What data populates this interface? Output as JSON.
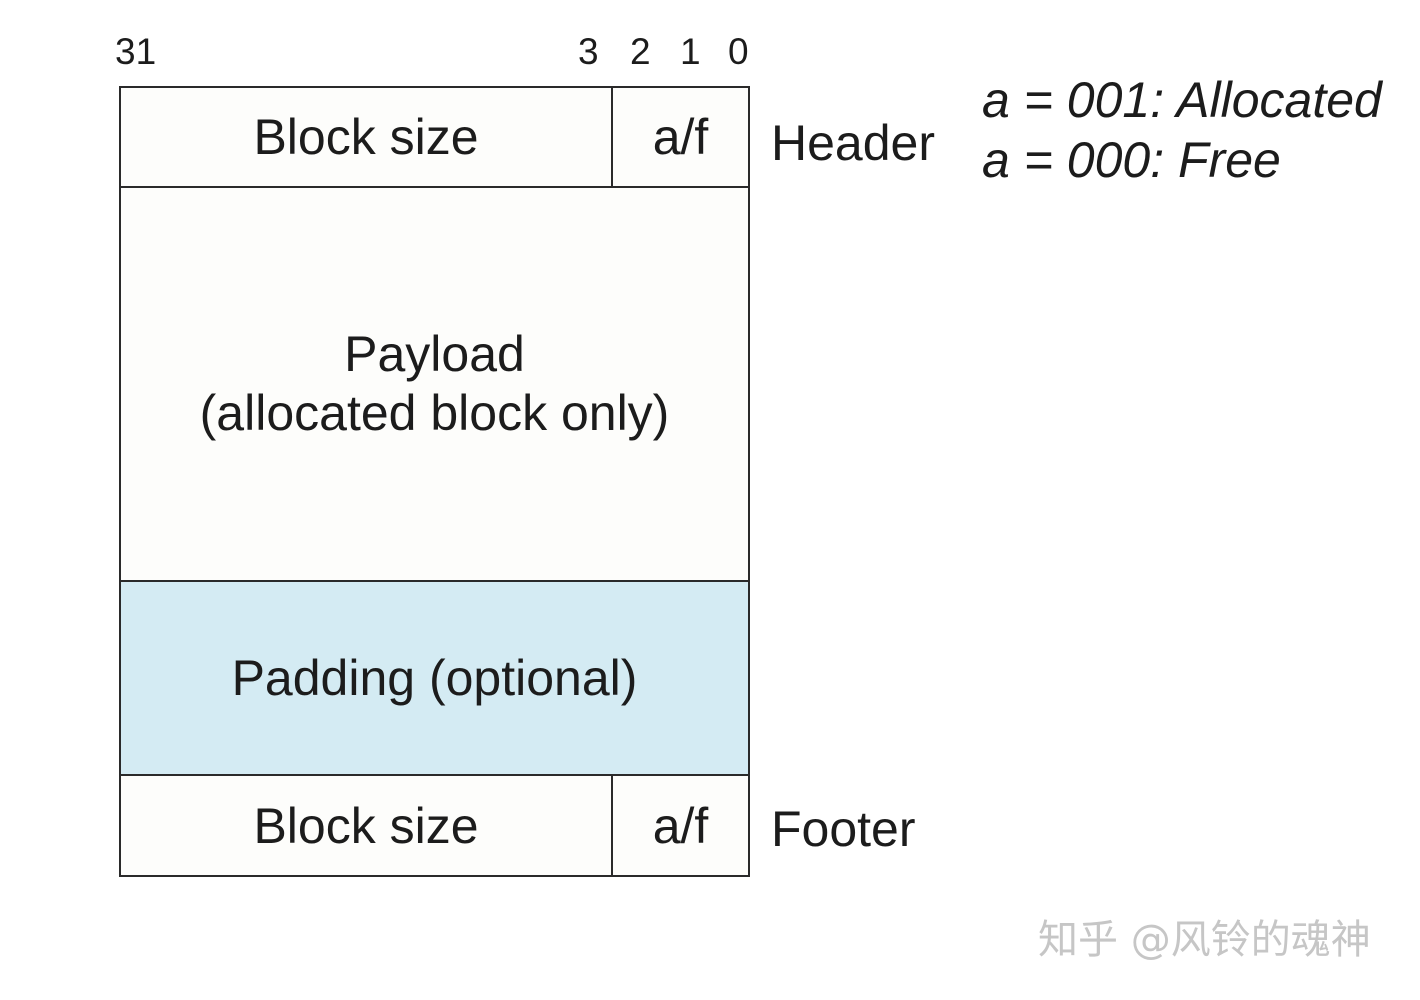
{
  "bit_labels": {
    "b31": "31",
    "b3": "3",
    "b2": "2",
    "b1": "1",
    "b0": "0"
  },
  "header_row": {
    "size": "Block size",
    "flags": "a/f",
    "label": "Header"
  },
  "payload": {
    "line1": "Payload",
    "line2": "(allocated block only)"
  },
  "padding": {
    "text": "Padding (optional)",
    "color": "#d4ebf3"
  },
  "footer_row": {
    "size": "Block size",
    "flags": "a/f",
    "label": "Footer"
  },
  "legend": {
    "allocated": "a = 001: Allocated",
    "free": "a = 000: Free"
  },
  "watermark": "知乎 @风铃的魂神"
}
